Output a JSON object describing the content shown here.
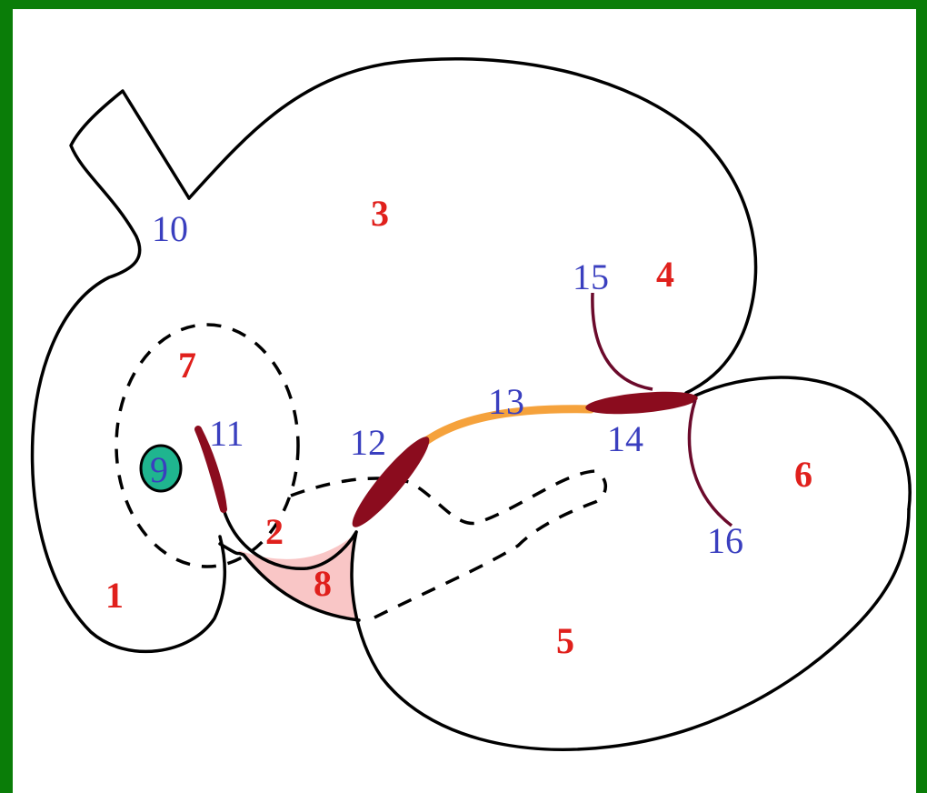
{
  "labels": {
    "l1": "1",
    "l2": "2",
    "l3": "3",
    "l4": "4",
    "l5": "5",
    "l6": "6",
    "l7": "7",
    "l8": "8",
    "l9": "9",
    "l10": "10",
    "l11": "11",
    "l12": "12",
    "l13": "13",
    "l14": "14",
    "l15": "15",
    "l16": "16"
  },
  "colors": {
    "frame": "#0a7d08",
    "region_label": "#e0201c",
    "structure_label": "#3a3fbf",
    "valve": "#8b0c1e",
    "groove": "#f5a23c",
    "chamber_fill": "#f9c6c6",
    "node_fill": "#1fb58f",
    "vessel": "#6b0a2b"
  }
}
